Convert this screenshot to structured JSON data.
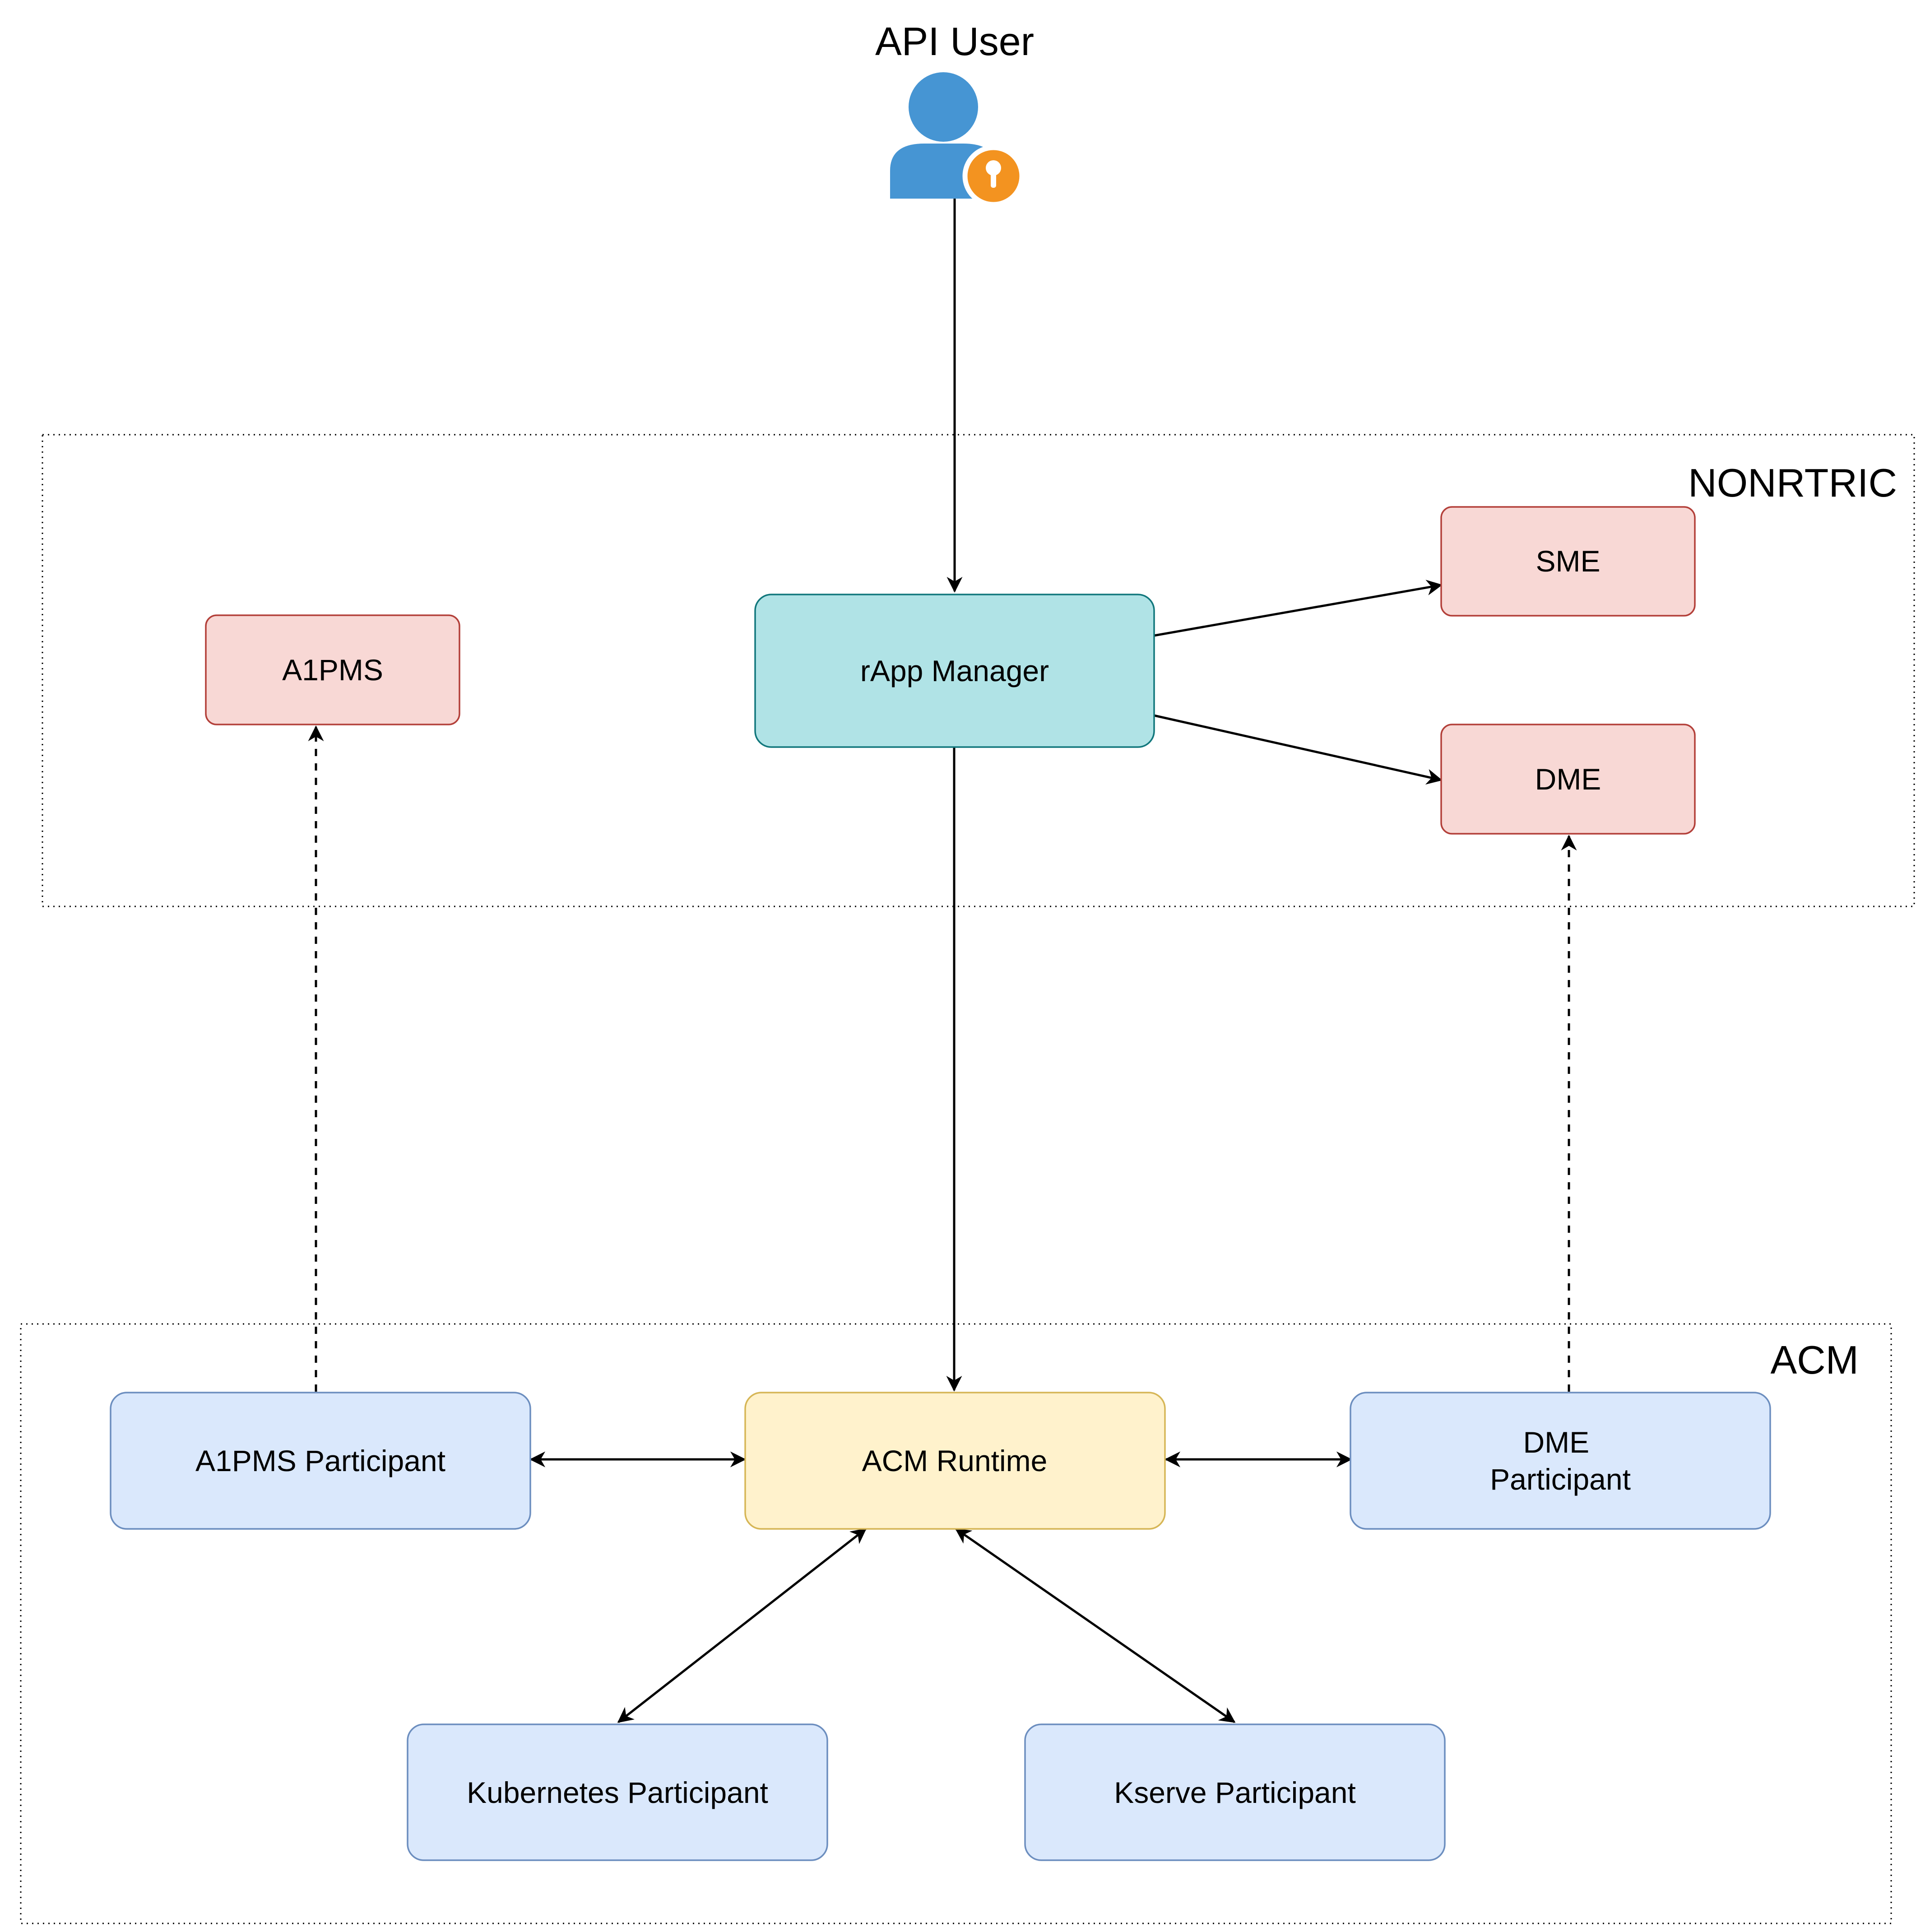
{
  "actor": {
    "label": "API User",
    "icon": "user-key-icon",
    "colors": {
      "person": "#4695D3",
      "key_badge": "#F39320"
    }
  },
  "groups": {
    "nonrtric": {
      "label": "NONRTRIC"
    },
    "acm": {
      "label": "ACM"
    }
  },
  "nodes": {
    "a1pms": {
      "label": "A1PMS",
      "fill": "#F8D8D5",
      "stroke": "#B3403A"
    },
    "rapp_manager": {
      "label": "rApp Manager",
      "fill": "#B0E3E6",
      "stroke": "#11777C"
    },
    "sme": {
      "label": "SME",
      "fill": "#F8D8D5",
      "stroke": "#B3403A"
    },
    "dme": {
      "label": "DME",
      "fill": "#F8D8D5",
      "stroke": "#B3403A"
    },
    "a1pms_participant": {
      "label": "A1PMS Participant",
      "fill": "#DAE8FC",
      "stroke": "#6C8EBF"
    },
    "acm_runtime": {
      "label": "ACM Runtime",
      "fill": "#FFF2CC",
      "stroke": "#D6B656"
    },
    "dme_participant": {
      "label_lines": [
        "DME",
        "Participant"
      ],
      "fill": "#DAE8FC",
      "stroke": "#6C8EBF"
    },
    "kubernetes_participant": {
      "label": "Kubernetes Participant",
      "fill": "#DAE8FC",
      "stroke": "#6C8EBF"
    },
    "kserve_participant": {
      "label": "Kserve Participant",
      "fill": "#DAE8FC",
      "stroke": "#6C8EBF"
    }
  },
  "edges": [
    {
      "from": "actor",
      "to": "rapp_manager",
      "style": "solid",
      "arrows": "end"
    },
    {
      "from": "rapp_manager",
      "to": "sme",
      "style": "solid",
      "arrows": "end"
    },
    {
      "from": "rapp_manager",
      "to": "dme",
      "style": "solid",
      "arrows": "end"
    },
    {
      "from": "rapp_manager",
      "to": "acm_runtime",
      "style": "solid",
      "arrows": "end"
    },
    {
      "from": "a1pms_participant",
      "to": "a1pms",
      "style": "dashed",
      "arrows": "end"
    },
    {
      "from": "dme_participant",
      "to": "dme",
      "style": "dashed",
      "arrows": "end"
    },
    {
      "from": "a1pms_participant",
      "to": "acm_runtime",
      "style": "solid",
      "arrows": "both"
    },
    {
      "from": "acm_runtime",
      "to": "dme_participant",
      "style": "solid",
      "arrows": "both"
    },
    {
      "from": "acm_runtime",
      "to": "kubernetes_participant",
      "style": "solid",
      "arrows": "both"
    },
    {
      "from": "acm_runtime",
      "to": "kserve_participant",
      "style": "solid",
      "arrows": "both"
    }
  ]
}
